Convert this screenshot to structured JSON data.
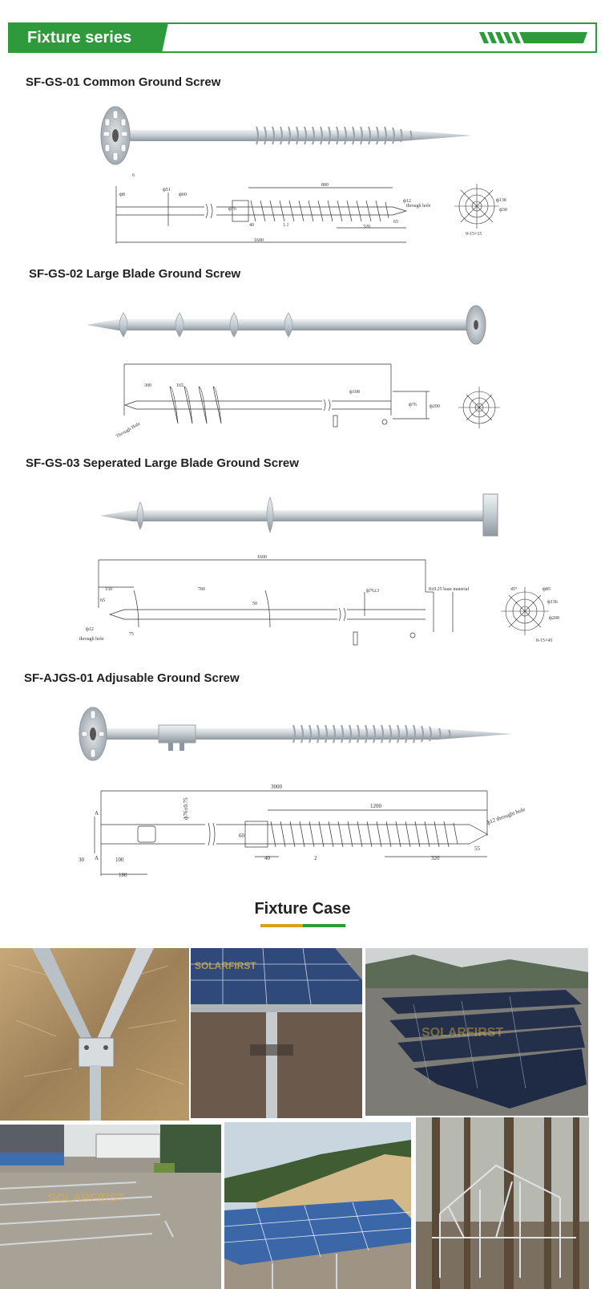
{
  "header": {
    "title": "Fixture series"
  },
  "products": [
    {
      "title": "SF-GS-01 Common Ground Screw",
      "dims": [
        "6",
        "ф8",
        "ф51",
        "ф60",
        "800",
        "ф76",
        "ф12",
        "through hole",
        "40",
        "1.1",
        "65",
        "320",
        "1600",
        "ф13б",
        "ф30",
        "9-15×15"
      ]
    },
    {
      "title": "SF-GS-02 Large Blade Ground Screw",
      "dims": [
        "300",
        "165",
        "ф108",
        "ф76",
        "ф200",
        "Through Hole"
      ]
    },
    {
      "title": "SF-GS-03 Seperated Large Blade Ground Screw",
      "dims": [
        "1600",
        "150",
        "700",
        "65",
        "50",
        "ф76±3",
        "8±0.25 base material",
        "ф12",
        "through hole",
        "75",
        "45°",
        "ф85",
        "ф136",
        "ф200",
        "8-15×45"
      ]
    },
    {
      "title": "SF-AJGS-01 Adjusable Ground Screw",
      "dims": [
        "3000",
        "1200",
        "ф76±0.75",
        "ф12 throught hole",
        "A",
        "A",
        "30",
        "100",
        "180",
        "40",
        "2",
        "320",
        "55",
        "60"
      ]
    }
  ],
  "case": {
    "title": "Fixture Case"
  },
  "watermark": "SOLARFIRST",
  "colors": {
    "brand_green": "#2e9a3c",
    "accent_gold": "#d9a11a"
  }
}
